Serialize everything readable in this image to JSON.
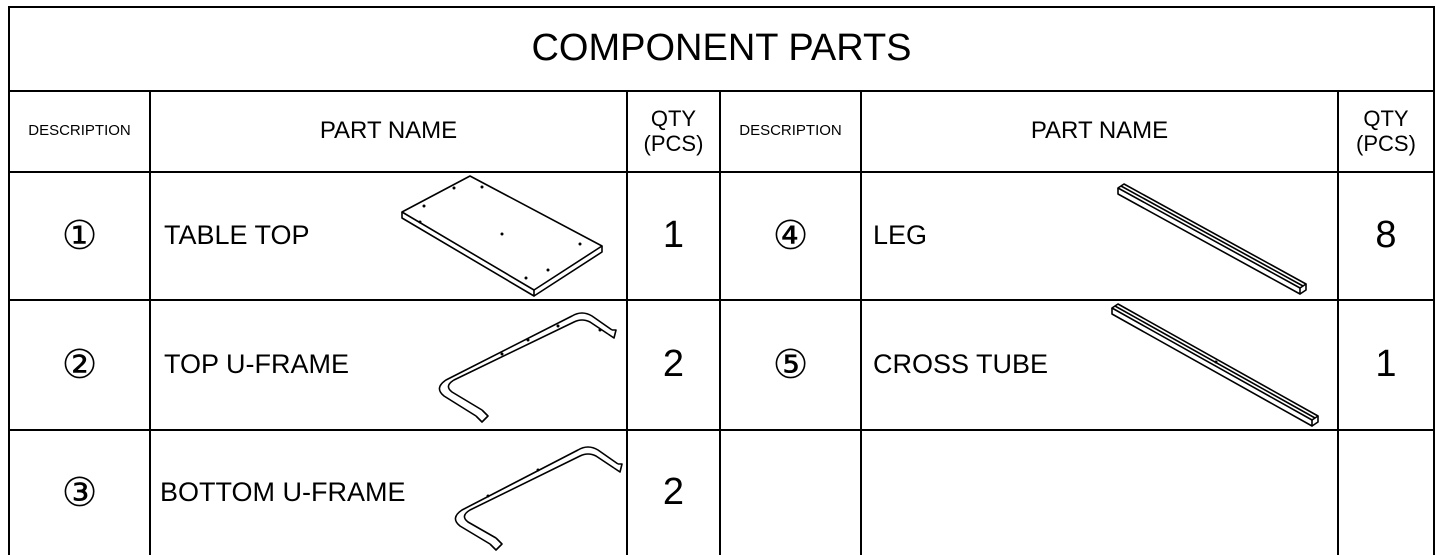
{
  "title": "COMPONENT PARTS",
  "headers": {
    "description": "DESCRIPTION",
    "part_name": "PART NAME",
    "qty_line1": "QTY",
    "qty_line2": "(PCS)"
  },
  "left_rows": [
    {
      "num": "①",
      "name": "TABLE TOP",
      "qty": "1",
      "icon": "table-top-illustration"
    },
    {
      "num": "②",
      "name": "TOP U-FRAME",
      "qty": "2",
      "icon": "top-u-frame-illustration"
    },
    {
      "num": "③",
      "name": "BOTTOM U-FRAME",
      "qty": "2",
      "icon": "bottom-u-frame-illustration"
    }
  ],
  "right_rows": [
    {
      "num": "④",
      "name": "LEG",
      "qty": "8",
      "icon": "leg-illustration"
    },
    {
      "num": "⑤",
      "name": "CROSS TUBE",
      "qty": "1",
      "icon": "cross-tube-illustration"
    }
  ]
}
